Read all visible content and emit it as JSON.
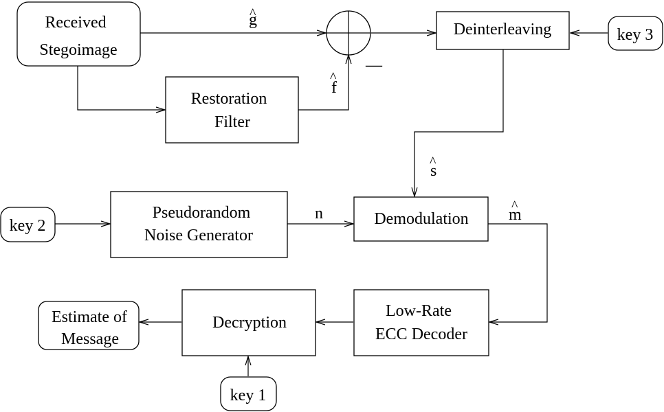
{
  "blocks": {
    "received_stegoimage": [
      "Received",
      "Stegoimage"
    ],
    "restoration_filter": [
      "Restoration",
      "Filter"
    ],
    "deinterleaving": "Deinterleaving",
    "key3": "key 3",
    "key2": "key 2",
    "pseudorandom_noise_generator": [
      "Pseudorandom",
      "Noise Generator"
    ],
    "demodulation": "Demodulation",
    "estimate_of_message": [
      "Estimate of",
      "Message"
    ],
    "decryption": "Decryption",
    "low_rate_ecc_decoder": [
      "Low-Rate",
      "ECC Decoder"
    ],
    "key1": "key 1"
  },
  "signals": {
    "g_hat": "g",
    "f_hat": "f",
    "s_hat": "s",
    "m_hat": "m",
    "n": "n",
    "hat_mark": "^",
    "minus_sign": "—"
  }
}
